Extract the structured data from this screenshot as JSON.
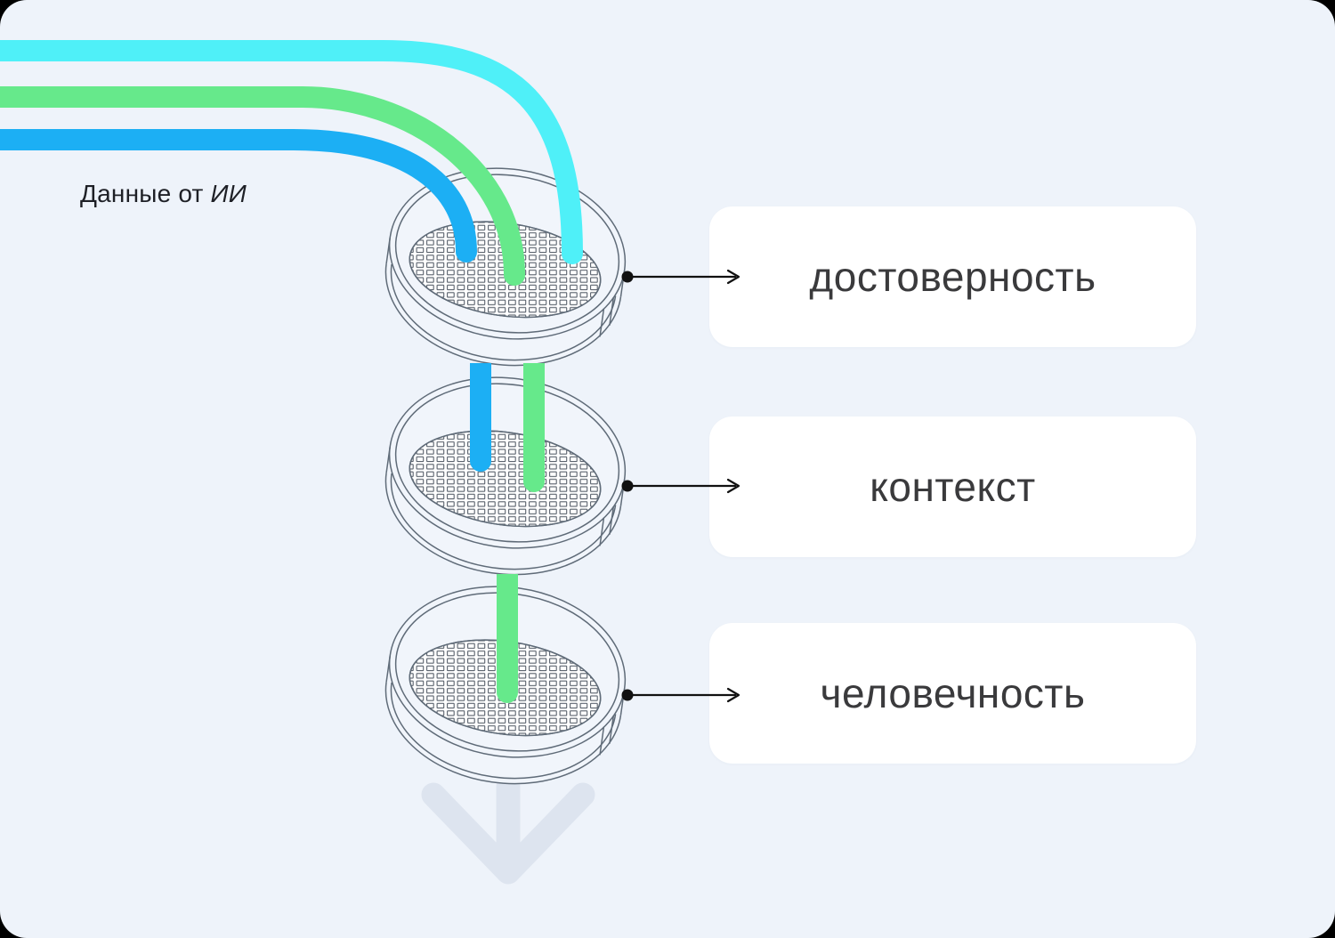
{
  "source_label": {
    "prefix": "Данные от ",
    "suffix_italic": "ИИ"
  },
  "cards": [
    {
      "label": "достоверность"
    },
    {
      "label": "контекст"
    },
    {
      "label": "человечность"
    }
  ],
  "colors": {
    "background": "#EEF3FA",
    "frame": "#000000",
    "card_bg": "#FFFFFF",
    "card_text": "#3A3A3C",
    "label_text": "#1E2026",
    "stripe_cyan": "#4FF0F8",
    "stripe_green": "#66E98B",
    "stripe_blue": "#1CAFF4",
    "outline": "#5F6B78",
    "mesh_line": "#59616C",
    "sieve_fill": "#F1F5FB",
    "mesh_bg": "#FFFFFF",
    "connector": "#111111",
    "down_arrow": "#DDE4EF"
  }
}
